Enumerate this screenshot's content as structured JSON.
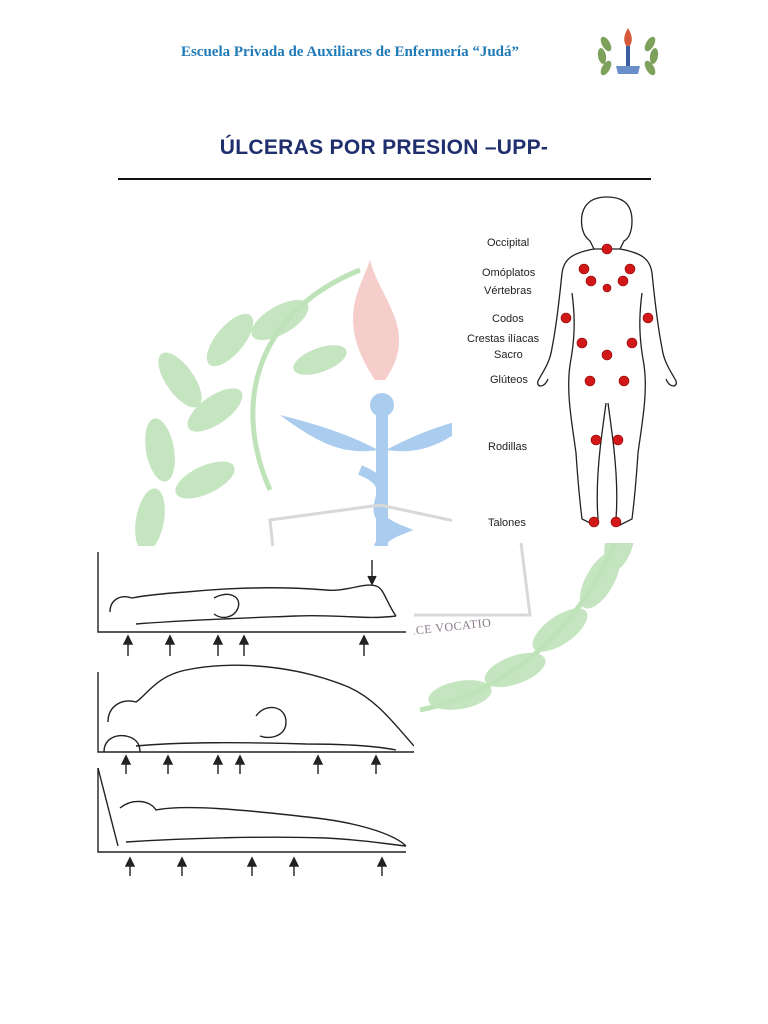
{
  "header": {
    "school_name": "Escuela Privada de Auxiliares de Enfermería “Judá”"
  },
  "title": "ÚLCERAS POR PRESION –UPP-",
  "watermark": {
    "motto": "VICE VOCATIO"
  },
  "body_diagram": {
    "labels": [
      "Occipital",
      "Omóplatos",
      "Vértebras",
      "Codos",
      "Crestas ilíacas",
      "Sacro",
      "Glúteos",
      "Rodillas",
      "Talones"
    ]
  },
  "colors": {
    "header_blue": "#1f7ab8",
    "title_navy": "#1f2f6e",
    "pressure_point_red": "#d01818",
    "laurel_green": "#b9e0b4"
  },
  "positions_figure": {
    "rows": 3
  }
}
